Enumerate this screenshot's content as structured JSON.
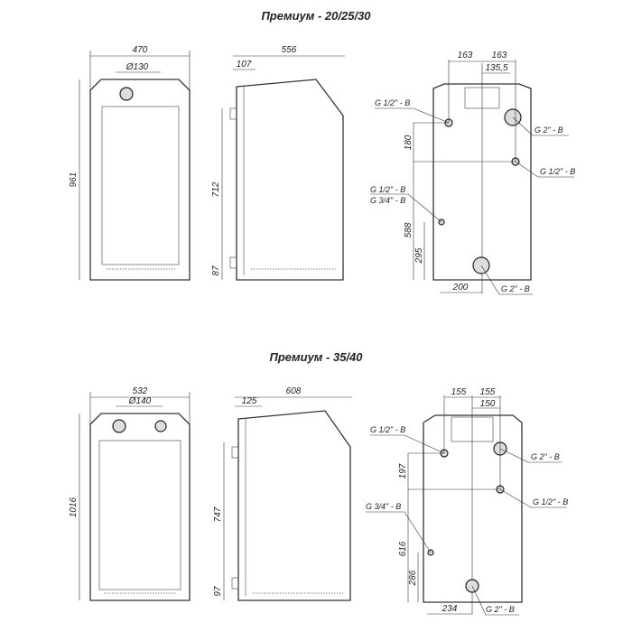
{
  "sets": [
    {
      "title": "Премиум - 20/25/30",
      "front": {
        "width": "470",
        "chimney": "Ø130",
        "height": "961"
      },
      "side": {
        "depth": "556",
        "offset": "107",
        "h1": "712",
        "h2": "87"
      },
      "back": {
        "d1": "163",
        "d2": "163",
        "d3": "135,5",
        "v1": "180",
        "v2": "588",
        "v3": "295",
        "b1": "200",
        "labels": {
          "top_left": "G 1/2\" - B",
          "top_right": "G 2\" - B",
          "mid_right": "G 1/2\" - B",
          "low_left_a": "G 1/2\" - B",
          "low_left_b": "G 3/4\" - B",
          "bottom": "G 2\" - B"
        }
      }
    },
    {
      "title": "Премиум - 35/40",
      "front": {
        "width": "532",
        "chimney": "Ø140",
        "height": "1016"
      },
      "side": {
        "depth": "608",
        "offset": "125",
        "h1": "747",
        "h2": "97"
      },
      "back": {
        "d1": "155",
        "d2": "155",
        "d3": "150",
        "v1": "197",
        "v2": "616",
        "v3": "286",
        "b1": "234",
        "labels": {
          "top_left": "G 1/2\" - B",
          "top_right": "G 2\" - B",
          "mid_right": "G 1/2\" - B",
          "low_left": "G 3/4\" - B",
          "bottom": "G 2\" - B"
        }
      }
    }
  ]
}
